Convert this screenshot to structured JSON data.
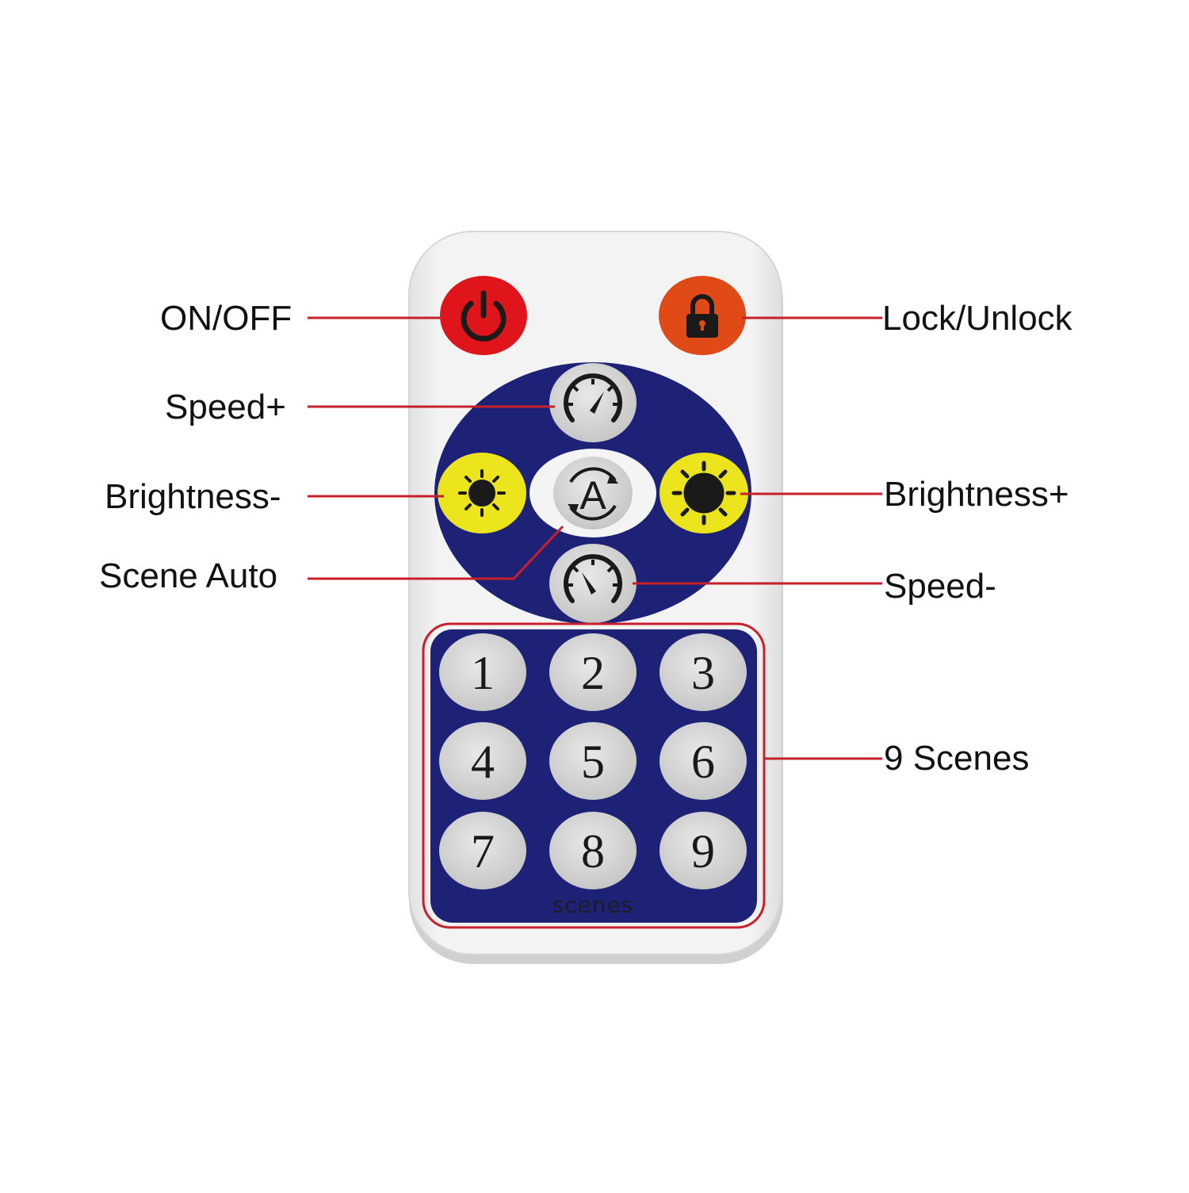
{
  "labels": {
    "on_off": "ON/OFF",
    "lock_unlock": "Lock/Unlock",
    "speed_plus": "Speed+",
    "brightness_minus": "Brightness-",
    "brightness_plus": "Brightness+",
    "scene_auto": "Scene Auto",
    "speed_minus": "Speed-",
    "nine_scenes": "9 Scenes"
  },
  "remote": {
    "keypad_numbers": [
      "1",
      "2",
      "3",
      "4",
      "5",
      "6",
      "7",
      "8",
      "9"
    ],
    "keypad_caption": "scenes",
    "auto_button_glyph": "A"
  },
  "icons": {
    "power": "power-icon",
    "lock": "lock-icon",
    "speed_up": "speedometer-icon",
    "speed_down": "speedometer-icon",
    "brightness_low": "sun-small-icon",
    "brightness_high": "sun-large-icon",
    "auto": "auto-cycle-icon"
  },
  "colors": {
    "power_button": "#e0141b",
    "lock_button": "#e04a16",
    "panel_blue": "#1e2277",
    "brightness_yellow": "#ece41c",
    "button_grey": "#d4d4d4",
    "leader_line": "#c8202a",
    "remote_body": "#efefef"
  }
}
